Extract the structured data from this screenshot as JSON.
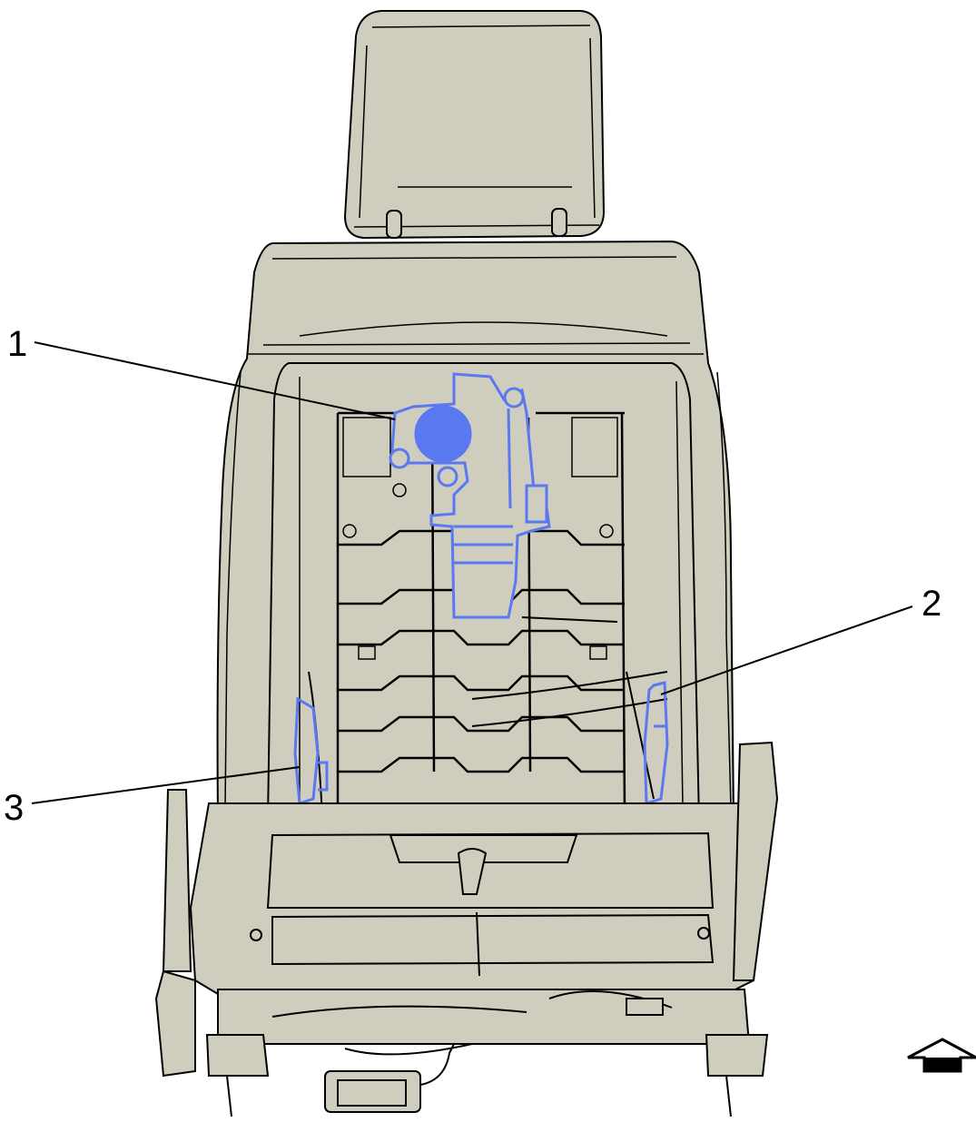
{
  "callouts": [
    {
      "id": "1",
      "label": "1"
    },
    {
      "id": "2",
      "label": "2"
    },
    {
      "id": "3",
      "label": "3"
    }
  ],
  "colors": {
    "seat_fill": "#cfcdbd",
    "line": "#000000",
    "highlight": "#5a78f0",
    "background": "#ffffff"
  },
  "icons": {
    "orientation_arrow": "arrow-up-icon"
  }
}
